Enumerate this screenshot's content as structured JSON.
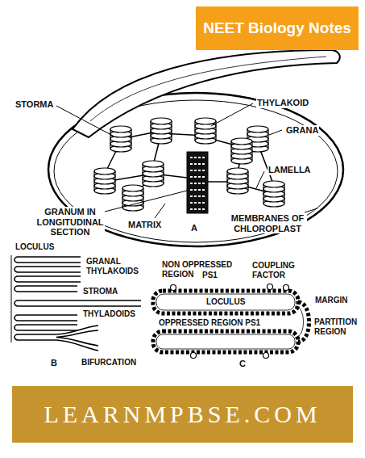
{
  "diagram": {
    "nodes": [
      {
        "text": [
          "NEET Biology Notes"
        ]
      },
      {
        "text": [
          "LEARNMPBSE.COM"
        ]
      }
    ],
    "labels": [
      "STORMA",
      "THYLAKOID",
      "GRANA",
      "LAMELLA",
      "GRANUM IN LONGITUDINAL SECTION",
      "MATRIX",
      "A",
      "MEMBRANES OF CHLOROPLAST",
      "LOCULUS",
      "GRANAL THYLAKOIDS",
      "STROMA",
      "THYLADOIDS",
      "B",
      "BIFURCATION",
      "NON OPPRESSED REGION",
      "PS1",
      "COUPLING FACTOR",
      "LOCULUS",
      "MARGIN",
      "PARTITION REGION",
      "OPPRESSED REGION PS1",
      "C"
    ]
  }
}
